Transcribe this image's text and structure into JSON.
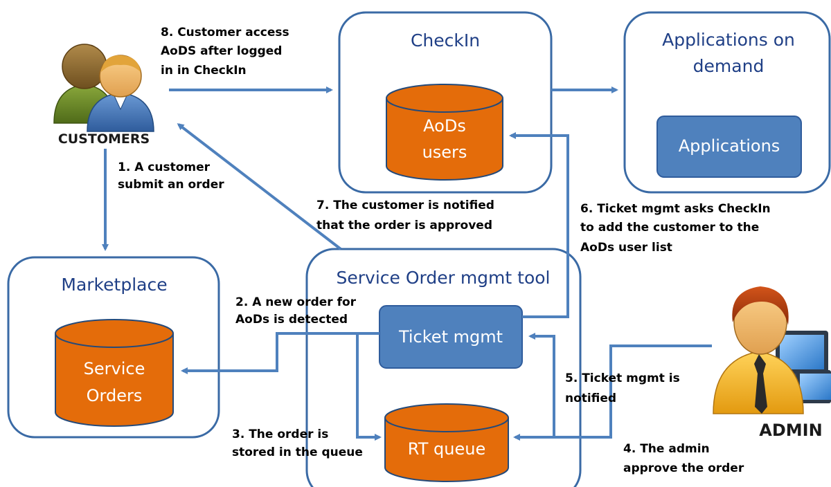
{
  "boxes": {
    "checkin": {
      "title": "CheckIn"
    },
    "aod": {
      "title_line1": "Applications on",
      "title_line2": "demand"
    },
    "marketplace": {
      "title": "Marketplace"
    },
    "som": {
      "title": "Service Order mgmt tool"
    }
  },
  "databases": {
    "aods_users": {
      "line1": "AoDs",
      "line2": "users"
    },
    "service_orders": {
      "line1": "Service",
      "line2": "Orders"
    },
    "rt_queue": {
      "line1": "RT queue"
    }
  },
  "modules": {
    "applications": "Applications",
    "ticket_mgmt": "Ticket mgmt"
  },
  "actors": {
    "customers": "CUSTOMERS",
    "admin": "ADMIN"
  },
  "steps": {
    "s1": [
      "1. A customer",
      "submit an order"
    ],
    "s2": [
      "2. A new order for",
      "AoDs is detected"
    ],
    "s3": [
      "3. The order is",
      "stored in the queue"
    ],
    "s4": [
      "4. The admin",
      "approve the order"
    ],
    "s5": [
      "5. Ticket mgmt is",
      "notified"
    ],
    "s6": [
      "6. Ticket mgmt asks CheckIn",
      "to add the customer to the",
      "AoDs user list"
    ],
    "s7": [
      "7. The customer is notified",
      "that the order is approved"
    ],
    "s8": [
      "8. Customer access",
      "AoDS after logged",
      "in in CheckIn"
    ]
  },
  "colors": {
    "box_border": "#3a6aa5",
    "box_title": "#1f3f86",
    "cylinder_fill": "#e46c0a",
    "module_fill": "#4f81bd",
    "arrow": "#4f81bd"
  }
}
